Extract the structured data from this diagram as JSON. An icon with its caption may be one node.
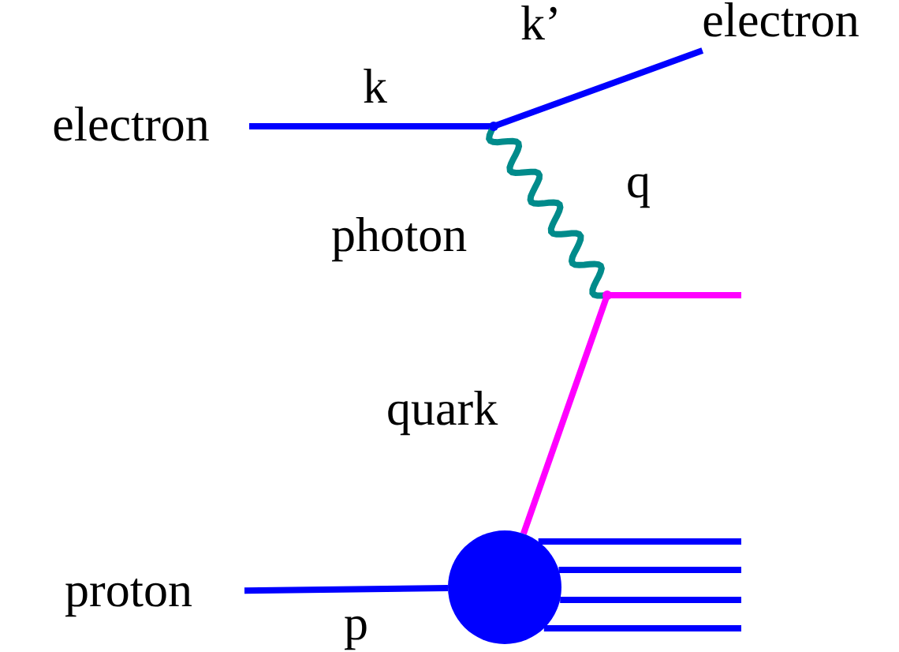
{
  "diagram": {
    "nodes": [
      {
        "text": [
          "electron"
        ]
      },
      {
        "text": [
          "electron"
        ]
      },
      {
        "text": [
          "proton"
        ]
      },
      {
        "text": [],
        "shape": "circle"
      },
      {
        "text": [],
        "shape": "point"
      },
      {
        "text": [],
        "shape": "point"
      }
    ],
    "edges": [
      {
        "from": 0,
        "to": 4,
        "arrow": "none",
        "label": "k"
      },
      {
        "from": 4,
        "to": 1,
        "arrow": "none",
        "label": "k’"
      },
      {
        "from": 4,
        "to": 5,
        "arrow": "none",
        "label": "q",
        "color": "#008b8b"
      },
      {
        "from": 5,
        "to": null,
        "arrow": "none",
        "color": "#ff00ff"
      },
      {
        "from": 3,
        "to": 5,
        "arrow": "none",
        "label": "quark",
        "color": "#ff00ff"
      },
      {
        "from": 2,
        "to": 3,
        "arrow": "none",
        "label": "p"
      },
      {
        "from": 3,
        "to": null,
        "arrow": "none"
      },
      {
        "from": 3,
        "to": null,
        "arrow": "none"
      },
      {
        "from": 3,
        "to": null,
        "arrow": "none"
      },
      {
        "from": 3,
        "to": null,
        "arrow": "none"
      }
    ],
    "labels": [
      "photon"
    ]
  }
}
